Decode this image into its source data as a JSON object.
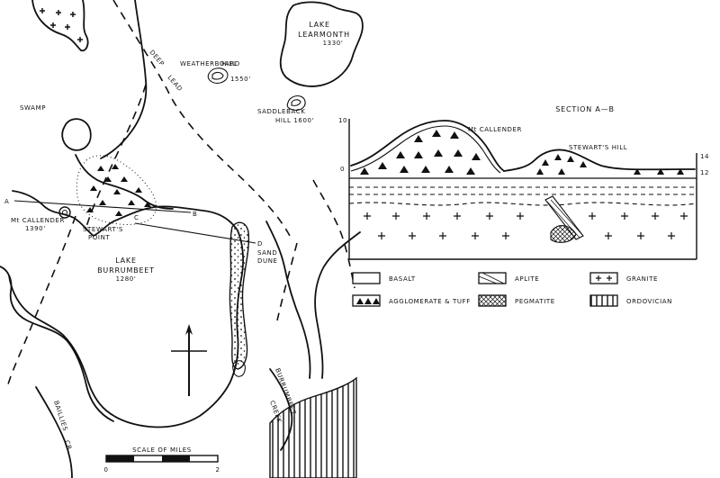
{
  "map": {
    "labels": {
      "lake_learmonth": "LAKE",
      "lake_learmonth_2": "LEARMONTH",
      "lake_learmonth_alt": "1330'",
      "deep_lead": "DEEP",
      "deep_lead_2": "LEAD",
      "weatherboard": "WEATHERBOARD",
      "weatherboard_2": "HILL",
      "weatherboard_alt": "1550'",
      "saddleback": "SADDLEBACK",
      "saddleback_2": "HILL 1600'",
      "swamp": "SWAMP",
      "mt_callender": "Mt CALLENDER",
      "mt_callender_alt": "1390'",
      "stewarts_point": "STEWART'S",
      "stewarts_point_2": "POINT",
      "lake_burrumbeet": "LAKE",
      "lake_burrumbeet_2": "BURRUMBEET",
      "lake_burrumbeet_alt": "1280'",
      "sand_dune": "SAND",
      "sand_dune_2": "DUNE",
      "burrumbeet_creek": "BURRUMBEET",
      "burrumbeet_creek_2": "CREEK",
      "baillies_creek": "BAILLIES",
      "baillies_creek_2": "CR."
    },
    "points": {
      "a": "A",
      "b": "B",
      "c": "C",
      "d": "D"
    },
    "scale": {
      "label": "SCALE OF MILES",
      "min": "0",
      "max": "2"
    }
  },
  "section": {
    "title": "SECTION A—B",
    "left_ticks": [
      "10",
      "0"
    ],
    "right_ticks": [
      "14",
      "12"
    ],
    "labels": {
      "mt_callender": "Mt CALLENDER",
      "stewarts_hill": "STEWART'S HILL"
    }
  },
  "legend": {
    "items": [
      {
        "key": "basalt",
        "label": "BASALT"
      },
      {
        "key": "aplite",
        "label": "APLITE"
      },
      {
        "key": "granite",
        "label": "GRANITE"
      },
      {
        "key": "agglomerate",
        "label": "AGGLOMERATE & TUFF"
      },
      {
        "key": "pegmatite",
        "label": "PEGMATITE"
      },
      {
        "key": "ordovician",
        "label": "ORDOVICIAN"
      }
    ]
  }
}
